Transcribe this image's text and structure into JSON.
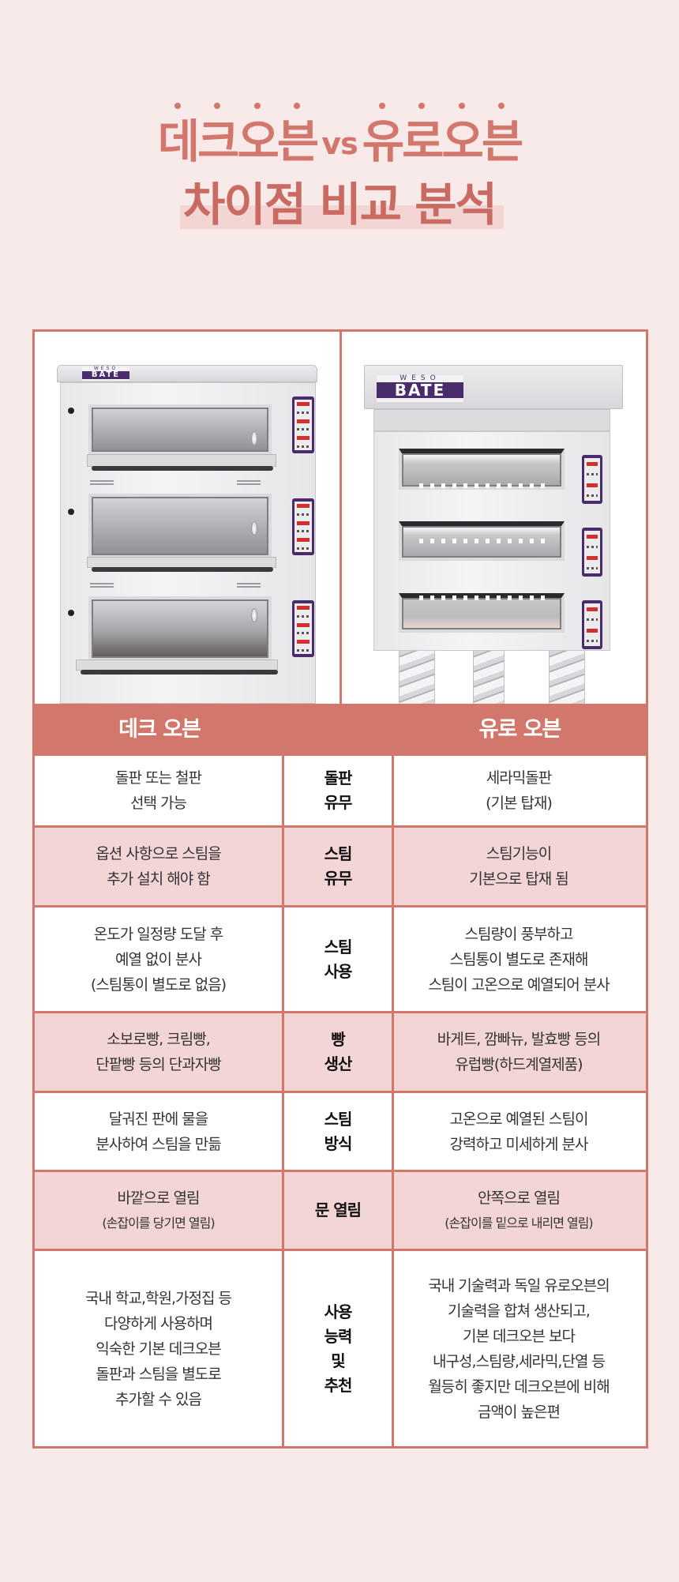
{
  "title": {
    "line1_left": [
      "데",
      "크",
      "오",
      "븐"
    ],
    "line1_vs": "vs",
    "line1_right": [
      "유",
      "로",
      "오",
      "븐"
    ],
    "line2": "차이점 비교 분석"
  },
  "products": {
    "left": {
      "name": "데크 오븐",
      "image_alt": "deck oven 3-tier",
      "brand_small": "WESO",
      "brand_big": "BATE"
    },
    "right": {
      "name": "유로 오븐",
      "image_alt": "euro oven 3-tier on stand",
      "brand_small": "WESO",
      "brand_big": "BATE"
    }
  },
  "colors": {
    "accent": "#d2776c",
    "title_text": "#c96b62",
    "title_highlight": "#f3d5d4",
    "alt_row": "#f2d5d4",
    "page_background": "#f9eaea",
    "brand_purple": "#4a2c6c"
  },
  "table": {
    "columns": [
      "데크 오븐",
      "",
      "유로 오븐"
    ],
    "rows": [
      {
        "category": "돌판\n유무",
        "deck": "돌판 또는 철판\n선택 가능",
        "euro": "세라믹돌판\n(기본 탑재)"
      },
      {
        "category": "스팀\n유무",
        "deck": "옵션 사항으로 스팀을\n추가 설치 해야 함",
        "euro": "스팀기능이\n기본으로 탑재 됨"
      },
      {
        "category": "스팀\n사용",
        "deck": "온도가 일정량 도달 후\n예열 없이 분사\n(스팀통이 별도로 없음)",
        "euro": "스팀량이 풍부하고\n스팀통이 별도로 존재해\n스팀이 고온으로 예열되어 분사"
      },
      {
        "category": "빵\n생산",
        "deck": "소보로빵, 크림빵,\n단팥빵 등의 단과자빵",
        "euro": "바게트, 깜빠뉴, 발효빵 등의\n유럽빵(하드계열제품)"
      },
      {
        "category": "스팀\n방식",
        "deck": "달궈진 판에 물을\n분사하여 스팀을 만듦",
        "euro": "고온으로 예열된 스팀이\n강력하고 미세하게 분사"
      },
      {
        "category": "문 열림",
        "deck": "바깥으로 열림",
        "deck_note": "(손잡이를 당기면 열림)",
        "euro": "안쪽으로 열림",
        "euro_note": "(손잡이를 밑으로 내리면 열림)"
      },
      {
        "category": "사용\n능력\n및\n추천",
        "deck": "국내 학교,학원,가정집 등\n다양하게 사용하며\n익숙한 기본 데크오븐\n돌판과 스팀을 별도로\n추가할 수 있음",
        "euro": "국내 기술력과 독일 유로오븐의\n기술력을  합쳐 생산되고,\n기본 데크오븐 보다\n내구성,스팀량,세라믹,단열 등\n월등히 좋지만 데크오븐에 비해\n금액이 높은편"
      }
    ]
  }
}
